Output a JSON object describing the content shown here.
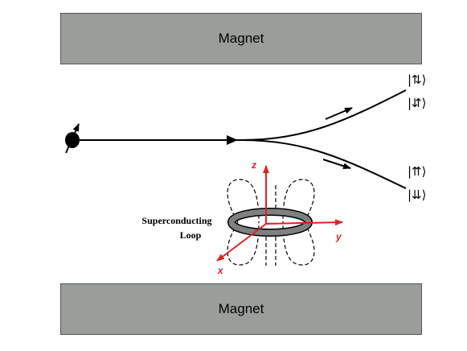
{
  "magnets": {
    "top_label": "Magnet",
    "bottom_label": "Magnet"
  },
  "states": [
    "|⇅⟩",
    "|⇵⟩",
    "|⇈⟩",
    "|⇊⟩"
  ],
  "loop": {
    "label_line1": "Superconducting",
    "label_line2": "Loop"
  },
  "axes": {
    "x": "x",
    "y": "y",
    "z": "z"
  },
  "colors": {
    "magnet_fill": "#999e9a",
    "axis_red": "#e02020",
    "loop_gray": "#808080"
  }
}
